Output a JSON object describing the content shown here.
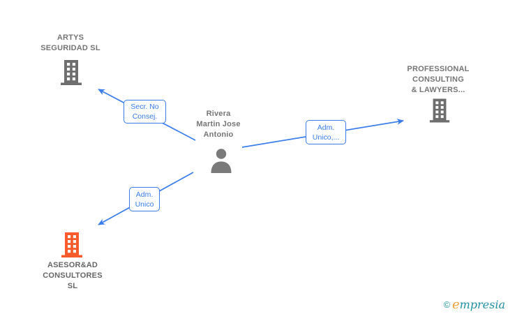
{
  "person": {
    "name": "Rivera Martin Jose Antonio",
    "lines": [
      "Rivera",
      "Martin Jose",
      "Antonio"
    ],
    "icon_color": "#7a7a7a",
    "label_color": "#757575"
  },
  "companies": {
    "artys": {
      "name": "ARTYS SEGURIDAD SL",
      "lines": [
        "ARTYS",
        "SEGURIDAD SL"
      ],
      "icon_color": "#6e6e6e",
      "label_color": "#757575"
    },
    "professional": {
      "name": "PROFESSIONAL CONSULTING & LAWYERS...",
      "lines": [
        "PROFESSIONAL",
        "CONSULTING",
        "& LAWYERS..."
      ],
      "icon_color": "#6e6e6e",
      "label_color": "#757575"
    },
    "asesorad": {
      "name": "ASESOR&AD CONSULTORES SL",
      "lines": [
        "ASESOR&AD",
        "CONSULTORES",
        "SL"
      ],
      "icon_color": "#f95b2c",
      "label_color": "#666666"
    }
  },
  "edges": {
    "color": "#3b7deb",
    "secr_no_consej": {
      "lines": [
        "Secr. No",
        "Consej."
      ]
    },
    "adm_unico_more": {
      "lines": [
        "Adm.",
        "Unico,..."
      ]
    },
    "adm_unico": {
      "lines": [
        "Adm.",
        "Unico"
      ]
    }
  },
  "watermark": {
    "copyright": "©",
    "brand_first_letter": "e",
    "brand_rest": "mpresia",
    "teal": "#2191a5",
    "orange": "#f0a13e"
  }
}
